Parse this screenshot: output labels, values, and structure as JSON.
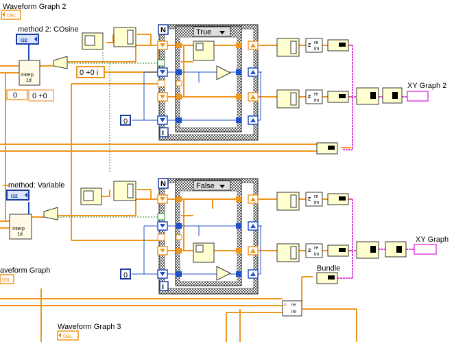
{
  "labels": {
    "waveform_graph_2": "Waveform Graph 2",
    "method_2": "method 2: COsine",
    "method": "method: Variable",
    "waveform_graph": "aveform Graph",
    "waveform_graph_3": "Waveform Graph 3",
    "xy_graph_2": "XY Graph 2",
    "xy_graph": "XY Graph",
    "bundle": "Bundle"
  },
  "terminals": {
    "dbl": "DBL",
    "i32": "I32",
    "interp": "Interp",
    "interp_sub": "1d"
  },
  "constants": {
    "complex_zero_i": "0 +0 i",
    "zero": "0",
    "complex_zero_dim": "0 +0",
    "n_label": "N",
    "i_label": "i"
  },
  "case_structures": {
    "top_selector": "True",
    "bottom_selector": "False"
  },
  "glyphs": {
    "re": "re",
    "im": "im",
    "r": "r",
    "z": "Z"
  },
  "colors": {
    "dbl_wire": "#f0961e",
    "int_wire": "#2050c8",
    "cluster_wire": "#e040e0",
    "bool_wire": "#2a8a2a",
    "terminal_blue": "#1a3ca0"
  }
}
